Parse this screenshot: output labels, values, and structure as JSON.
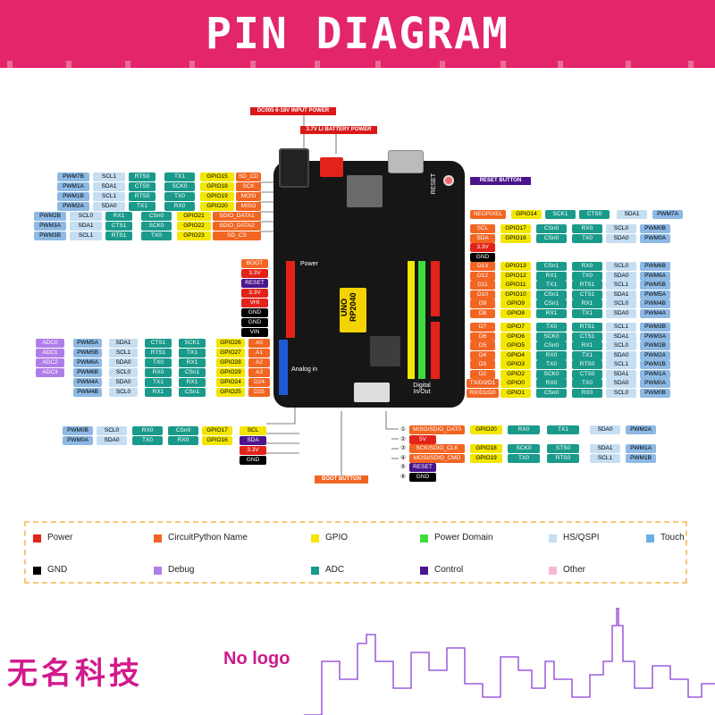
{
  "title": "PIN DIAGRAM",
  "board": {
    "power_input": "DC005 6-18V INPUT POWER",
    "battery": "3.7V LI BATTERY POWER",
    "reset_button": "RESET BUTTON",
    "boot_button": "BOOT BUTTON",
    "chip_name": "UNO RP2040",
    "section_power": "Power",
    "section_analog": "Analog in",
    "section_digital": "Digital In/Out",
    "reset_text": "RESET"
  },
  "colors": {
    "power": "#e2231a",
    "circuitpython": "#f26522",
    "gpio": "#f3e600",
    "power_domain": "#3ddc3d",
    "hs_qspi": "#c6def2",
    "touch": "#6ab0e8",
    "gnd": "#000000",
    "debug": "#b07ee8",
    "adc": "#1a9a8a",
    "control": "#4a148c",
    "other": "#f6b7d2",
    "pwm": "#8db9e4"
  },
  "rows": {
    "top_left": [
      [
        "PWM7B",
        "SCL1",
        "RTS0",
        "TX1",
        "GPIO15",
        "SD_CD"
      ],
      [
        "PWM1A",
        "SDA1",
        "CTS0",
        "SCK0",
        "GPIO18",
        "SCK"
      ],
      [
        "PWM1B",
        "SCL1",
        "RTS0",
        "TX0",
        "GPIO19",
        "MOSI"
      ],
      [
        "PWM2A",
        "SDA0",
        "TX1",
        "RX0",
        "GPIO20",
        "MISO"
      ],
      [
        "PWM2B",
        "SCL0",
        "RX1",
        "CSn0",
        "GPIO21",
        "SDIO_DATA1"
      ],
      [
        "PWM3A",
        "SDA1",
        "CTS1",
        "SCK0",
        "GPIO22",
        "SDIO_DATA2"
      ],
      [
        "PWM3B",
        "SCL1",
        "RTS1",
        "TX0",
        "GPIO23",
        "SD_CS"
      ]
    ],
    "power_left": [
      "BOOT",
      "3.3V",
      "RESET",
      "3.3V",
      "VHI",
      "GND",
      "GND",
      "VIN"
    ],
    "analog_left": [
      [
        "ADC0",
        "PWM5A",
        "SDA1",
        "CTS1",
        "SCK1",
        "GPIO26",
        "A0"
      ],
      [
        "ADC1",
        "PWM5B",
        "SCL1",
        "RTS1",
        "TX1",
        "GPIO27",
        "A1"
      ],
      [
        "ADC2",
        "PWM6A",
        "SDA0",
        "TX0",
        "RX1",
        "GPIO28",
        "A2"
      ],
      [
        "ADC3",
        "PWM6B",
        "SCL0",
        "RX0",
        "CSn1",
        "GPIO29",
        "A3"
      ],
      [
        "",
        "PWM4A",
        "SDA0",
        "TX1",
        "RX1",
        "GPIO24",
        "D24"
      ],
      [
        "",
        "PWM4B",
        "SCL0",
        "RX1",
        "CSn1",
        "GPIO25",
        "D25"
      ]
    ],
    "i2c_left": [
      [
        "PWM0B",
        "SCL0",
        "RX0",
        "CSn0",
        "GPIO17",
        "SCL"
      ],
      [
        "PWM0A",
        "SDA0",
        "TX0",
        "RX0",
        "GPIO16",
        "SDA"
      ],
      [
        "",
        "",
        "",
        "",
        "",
        "3.3V"
      ],
      [
        "",
        "",
        "",
        "",
        "",
        "GND"
      ]
    ],
    "neopixel": [
      "NEOPIXEL",
      "GPIO14",
      "SCK1",
      "CTS0",
      "SDA1",
      "PWM7A"
    ],
    "right_top": [
      [
        "SCL",
        "GPIO17",
        "CSn0",
        "RX0",
        "SCL0",
        "PWM0B"
      ],
      [
        "SDA",
        "GPIO16",
        "CSn0",
        "TX0",
        "SDA0",
        "PWM0A"
      ],
      [
        "3.3V",
        "",
        "",
        "",
        "",
        ""
      ],
      [
        "GND",
        "",
        "",
        "",
        "",
        ""
      ],
      [
        "D13",
        "GPIO13",
        "CSn1",
        "RX0",
        "SCL0",
        "PWM6B"
      ],
      [
        "D12",
        "GPIO12",
        "RX1",
        "TX0",
        "SDA0",
        "PWM6A"
      ],
      [
        "D11",
        "GPIO11",
        "TX1",
        "RTS1",
        "SCL1",
        "PWM5B"
      ],
      [
        "D10",
        "GPIO10",
        "CSn1",
        "CTS1",
        "SDA1",
        "PWM5A"
      ],
      [
        "D9",
        "GPIO9",
        "CSn1",
        "RX1",
        "SCL0",
        "PWM4B"
      ],
      [
        "D8",
        "GPIO8",
        "RX1",
        "TX1",
        "SDA0",
        "PWM4A"
      ]
    ],
    "right_bottom": [
      [
        "D7",
        "GPIO7",
        "TX0",
        "RTS1",
        "SCL1",
        "PWM3B"
      ],
      [
        "D6",
        "GPIO6",
        "SCK0",
        "CTS1",
        "SDA1",
        "PWM3A"
      ],
      [
        "D5",
        "GPIO5",
        "CSn0",
        "RX1",
        "SCL0",
        "PWM2B"
      ],
      [
        "D4",
        "GPIO4",
        "RX0",
        "TX1",
        "SDA0",
        "PWM2A"
      ],
      [
        "D3",
        "GPIO3",
        "TX0",
        "RTS0",
        "SCL1",
        "PWM1B"
      ],
      [
        "D2",
        "GPIO2",
        "SCK0",
        "CTS0",
        "SDA1",
        "PWM1A"
      ],
      [
        "TX/D0/D1",
        "GPIO0",
        "RX0",
        "TX0",
        "SDA0",
        "PWM0A"
      ],
      [
        "RX/D1/D0",
        "GPIO1",
        "CSn0",
        "RX0",
        "SCL0",
        "PWM0B"
      ]
    ],
    "sd_right": [
      [
        "MISO/SDIO_DAT0",
        "GPIO20",
        "RX0",
        "TX1",
        "SDA0",
        "PWM2A"
      ],
      [
        "5V",
        "",
        "",
        "",
        "",
        ""
      ],
      [
        "SCK/SDIO_CLK",
        "GPIO18",
        "SCK0",
        "STS0",
        "SDA1",
        "PWM1A"
      ],
      [
        "MOSI/SDIO_CMD",
        "GPIO19",
        "TX0",
        "RTS0",
        "SCL1",
        "PWM1B"
      ],
      [
        "RESET",
        "",
        "",
        "",
        "",
        ""
      ],
      [
        "GND",
        "",
        "",
        "",
        "",
        ""
      ]
    ],
    "sd_nums": [
      "①",
      "②",
      "③",
      "④",
      "⑤",
      "⑥"
    ]
  },
  "legend": [
    {
      "label": "Power",
      "color": "#e2231a"
    },
    {
      "label": "CircuitPython Name",
      "color": "#f26522"
    },
    {
      "label": "GPIO",
      "color": "#f3e600"
    },
    {
      "label": "Power Domain",
      "color": "#3ddc3d"
    },
    {
      "label": "HS/QSPI",
      "color": "#c6def2"
    },
    {
      "label": "Touch",
      "color": "#6ab0e8"
    },
    {
      "label": "GND",
      "color": "#000000"
    },
    {
      "label": "Debug",
      "color": "#b07ee8"
    },
    {
      "label": "ADC",
      "color": "#1a9a8a"
    },
    {
      "label": "Control",
      "color": "#4a148c"
    },
    {
      "label": "Other",
      "color": "#f6b7d2"
    }
  ],
  "footer": {
    "brand": "无名科技",
    "nologo": "No logo"
  }
}
